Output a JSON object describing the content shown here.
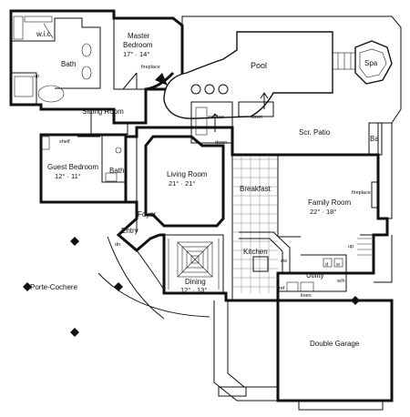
{
  "rooms": {
    "master_bedroom": {
      "name_line1": "Master",
      "name_line2": "Bedroom",
      "dims": "17° · 14°"
    },
    "wic": {
      "label": "w.i.c."
    },
    "master_bath": {
      "label": "Bath"
    },
    "sitting_room": {
      "label": "Sitting Room"
    },
    "guest_bedroom": {
      "name": "Guest Bedroom",
      "dims": "12° · 11°"
    },
    "guest_bath": {
      "label": "Bath"
    },
    "living_room": {
      "name": "Living Room",
      "dims": "21° · 21°"
    },
    "foyer": {
      "label": "Foyer"
    },
    "entry": {
      "label": "Entry"
    },
    "dining": {
      "name": "Dining",
      "dims": "12° · 13°"
    },
    "kitchen": {
      "label": "Kitchen"
    },
    "breakfast": {
      "label": "Breakfast"
    },
    "family_room": {
      "name": "Family Room",
      "dims": "22° · 18°"
    },
    "utility": {
      "label": "Utility"
    },
    "double_garage": {
      "label": "Double Garage"
    },
    "porte_cochere": {
      "label": "Porte-Cochere"
    },
    "pool": {
      "label": "Pool"
    },
    "spa": {
      "label": "Spa"
    },
    "scr_patio": {
      "label": "Scr. Patio"
    },
    "patio_bath": {
      "label": "Ba"
    }
  },
  "annotations": {
    "fireplace_master": "fireplace",
    "fireplace_family": "fireplace",
    "wet_bar": "wet bar",
    "down_patio": "down",
    "down_living": "down",
    "shelf": "shelf",
    "dn_entry": "dn",
    "up_bath": "up",
    "up_family": "up",
    "dw": "dw",
    "ref": "ref",
    "linen": "linen",
    "wh": "w/h",
    "d": "d",
    "w": "w"
  }
}
